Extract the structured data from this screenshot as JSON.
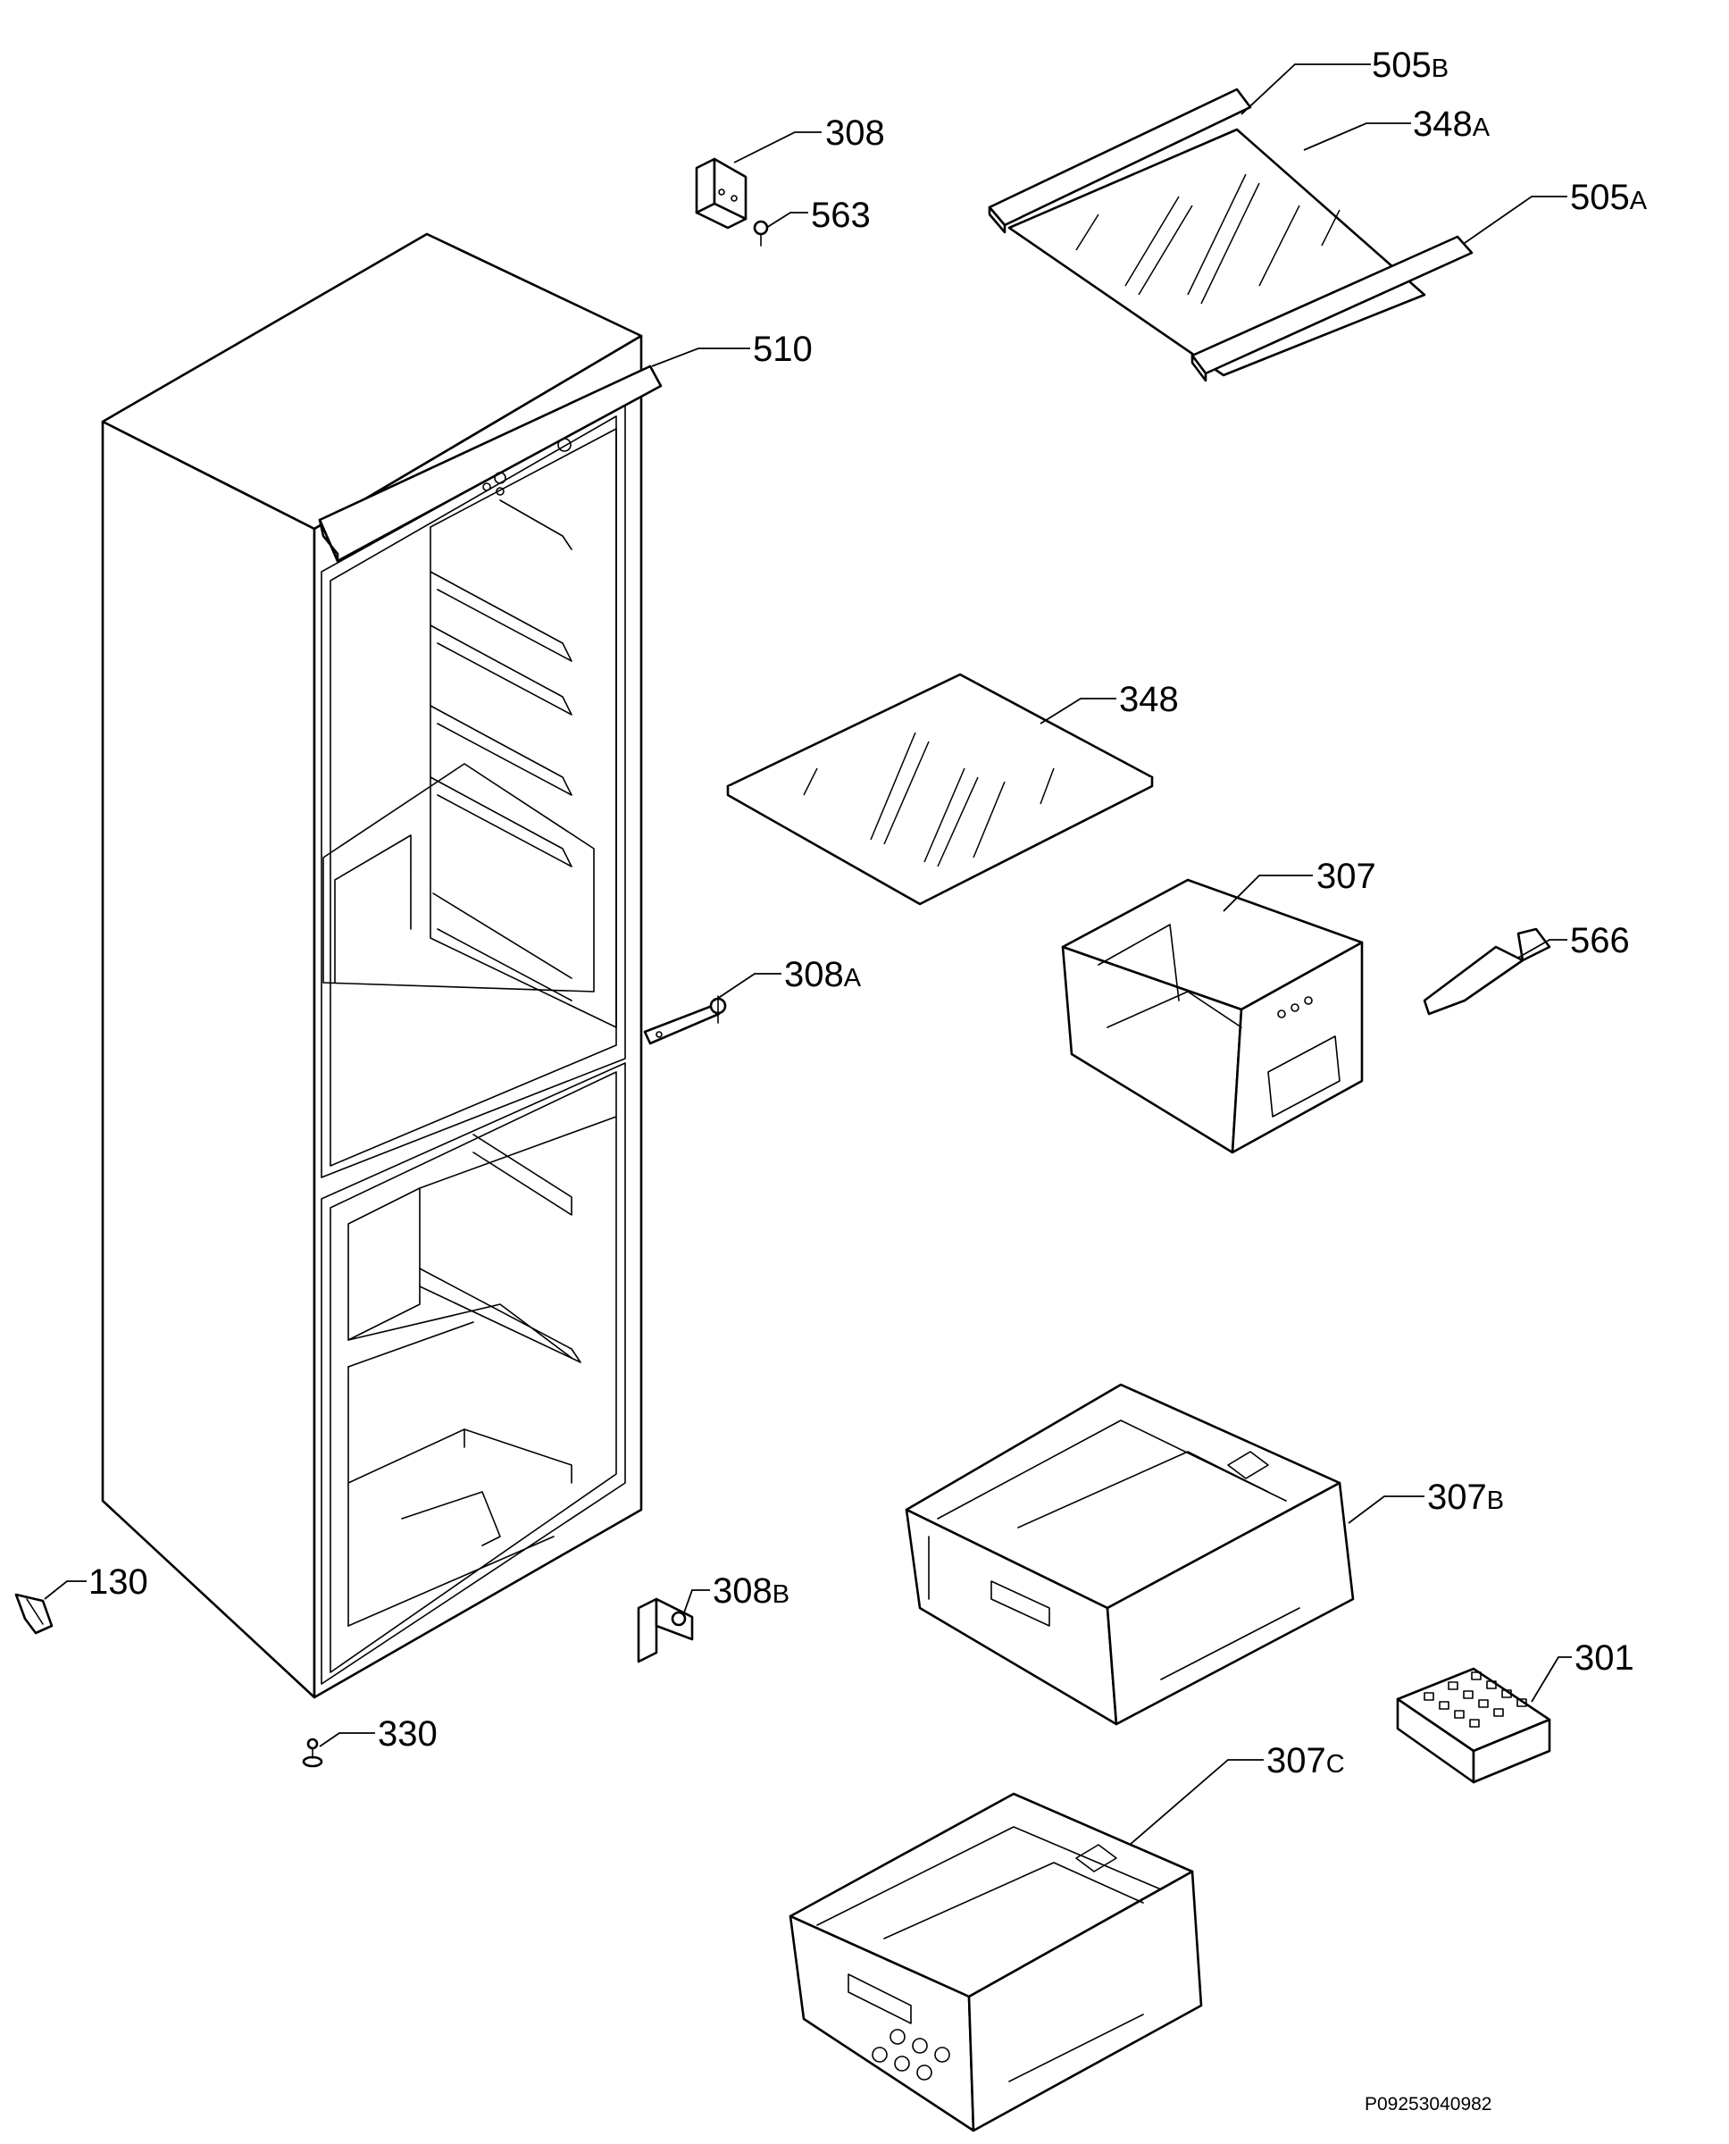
{
  "labels": {
    "p505b": {
      "num": "505",
      "suffix": "B"
    },
    "p308": {
      "num": "308",
      "suffix": ""
    },
    "p348a": {
      "num": "348",
      "suffix": "A"
    },
    "p563": {
      "num": "563",
      "suffix": ""
    },
    "p505a": {
      "num": "505",
      "suffix": "A"
    },
    "p510": {
      "num": "510",
      "suffix": ""
    },
    "p348": {
      "num": "348",
      "suffix": ""
    },
    "p307": {
      "num": "307",
      "suffix": ""
    },
    "p566": {
      "num": "566",
      "suffix": ""
    },
    "p308a": {
      "num": "308",
      "suffix": "A"
    },
    "p307b": {
      "num": "307",
      "suffix": "B"
    },
    "p130": {
      "num": "130",
      "suffix": ""
    },
    "p308b": {
      "num": "308",
      "suffix": "B"
    },
    "p301": {
      "num": "301",
      "suffix": ""
    },
    "p330": {
      "num": "330",
      "suffix": ""
    },
    "p307c": {
      "num": "307",
      "suffix": "C"
    }
  },
  "drawing_reference": "P09253040982"
}
